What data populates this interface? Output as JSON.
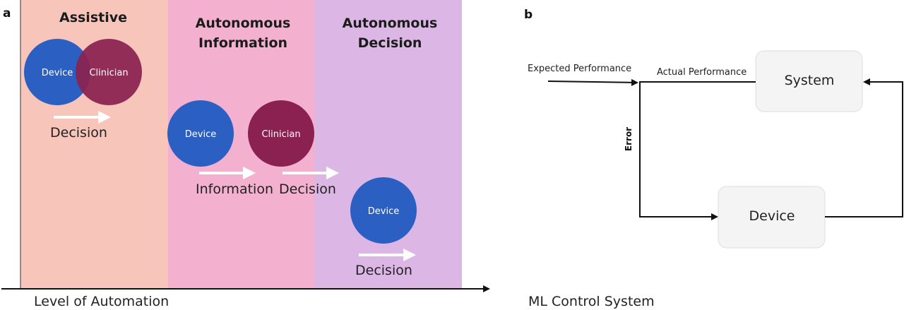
{
  "panel_a": {
    "letter": "a",
    "bands": [
      {
        "title_lines": [
          "Assistive"
        ],
        "color": "#f8c5bb"
      },
      {
        "title_lines": [
          "Autonomous",
          "Information"
        ],
        "color": "#f4b0cf"
      },
      {
        "title_lines": [
          "Autonomous",
          "Decision"
        ],
        "color": "#dcb7e6"
      }
    ],
    "assistive": {
      "device_label": "Device",
      "clinician_label": "Clinician",
      "flow_label": "Decision"
    },
    "autonomous_information": {
      "device_label": "Device",
      "clinician_label": "Clinician",
      "flow_label_1": "Information",
      "flow_label_2": "Decision"
    },
    "autonomous_decision": {
      "device_label": "Device",
      "flow_label": "Decision"
    },
    "axis_label": "Level of Automation"
  },
  "panel_b": {
    "letter": "b",
    "expected_performance": "Expected Performance",
    "actual_performance": "Actual Performance",
    "system_label": "System",
    "device_label": "Device",
    "error_label": "Error",
    "caption": "ML Control System"
  },
  "colors": {
    "device_blue": "#2b5fc1",
    "clinician_maroon": "#8a2150",
    "box_fill": "#f4f4f4",
    "box_stroke": "#dedede"
  }
}
